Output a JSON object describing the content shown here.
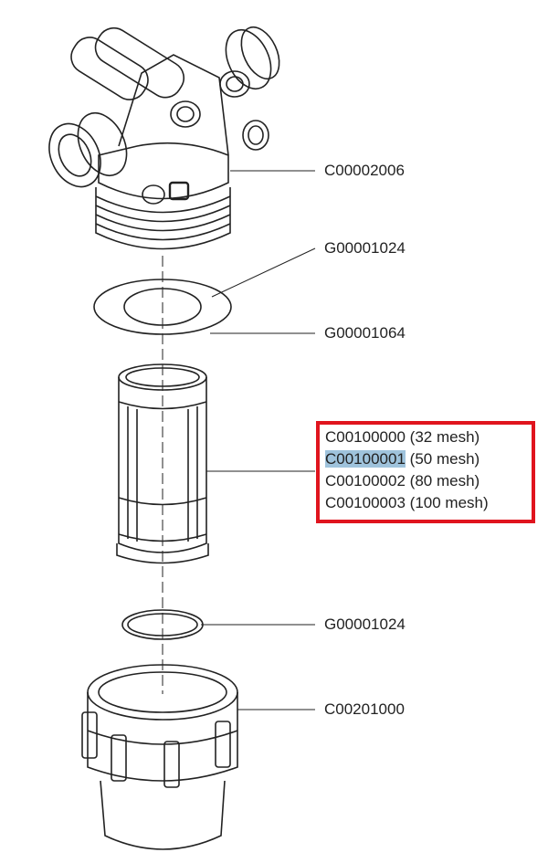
{
  "callouts": {
    "head": "C00002006",
    "oring_top": "G00001024",
    "gasket": "G00001064",
    "oring_bottom": "G00001024",
    "bowl": "C00201000"
  },
  "screen_options": [
    {
      "code": "C00100000",
      "desc": "(32 mesh)",
      "highlighted": false
    },
    {
      "code": "C00100001",
      "desc": "(50 mesh)",
      "highlighted": true
    },
    {
      "code": "C00100002",
      "desc": "(80 mesh)",
      "highlighted": false
    },
    {
      "code": "C00100003",
      "desc": "(100 mesh)",
      "highlighted": false
    }
  ],
  "colors": {
    "highlight_box": "#e0141e",
    "selection": "#9fc3dc"
  }
}
